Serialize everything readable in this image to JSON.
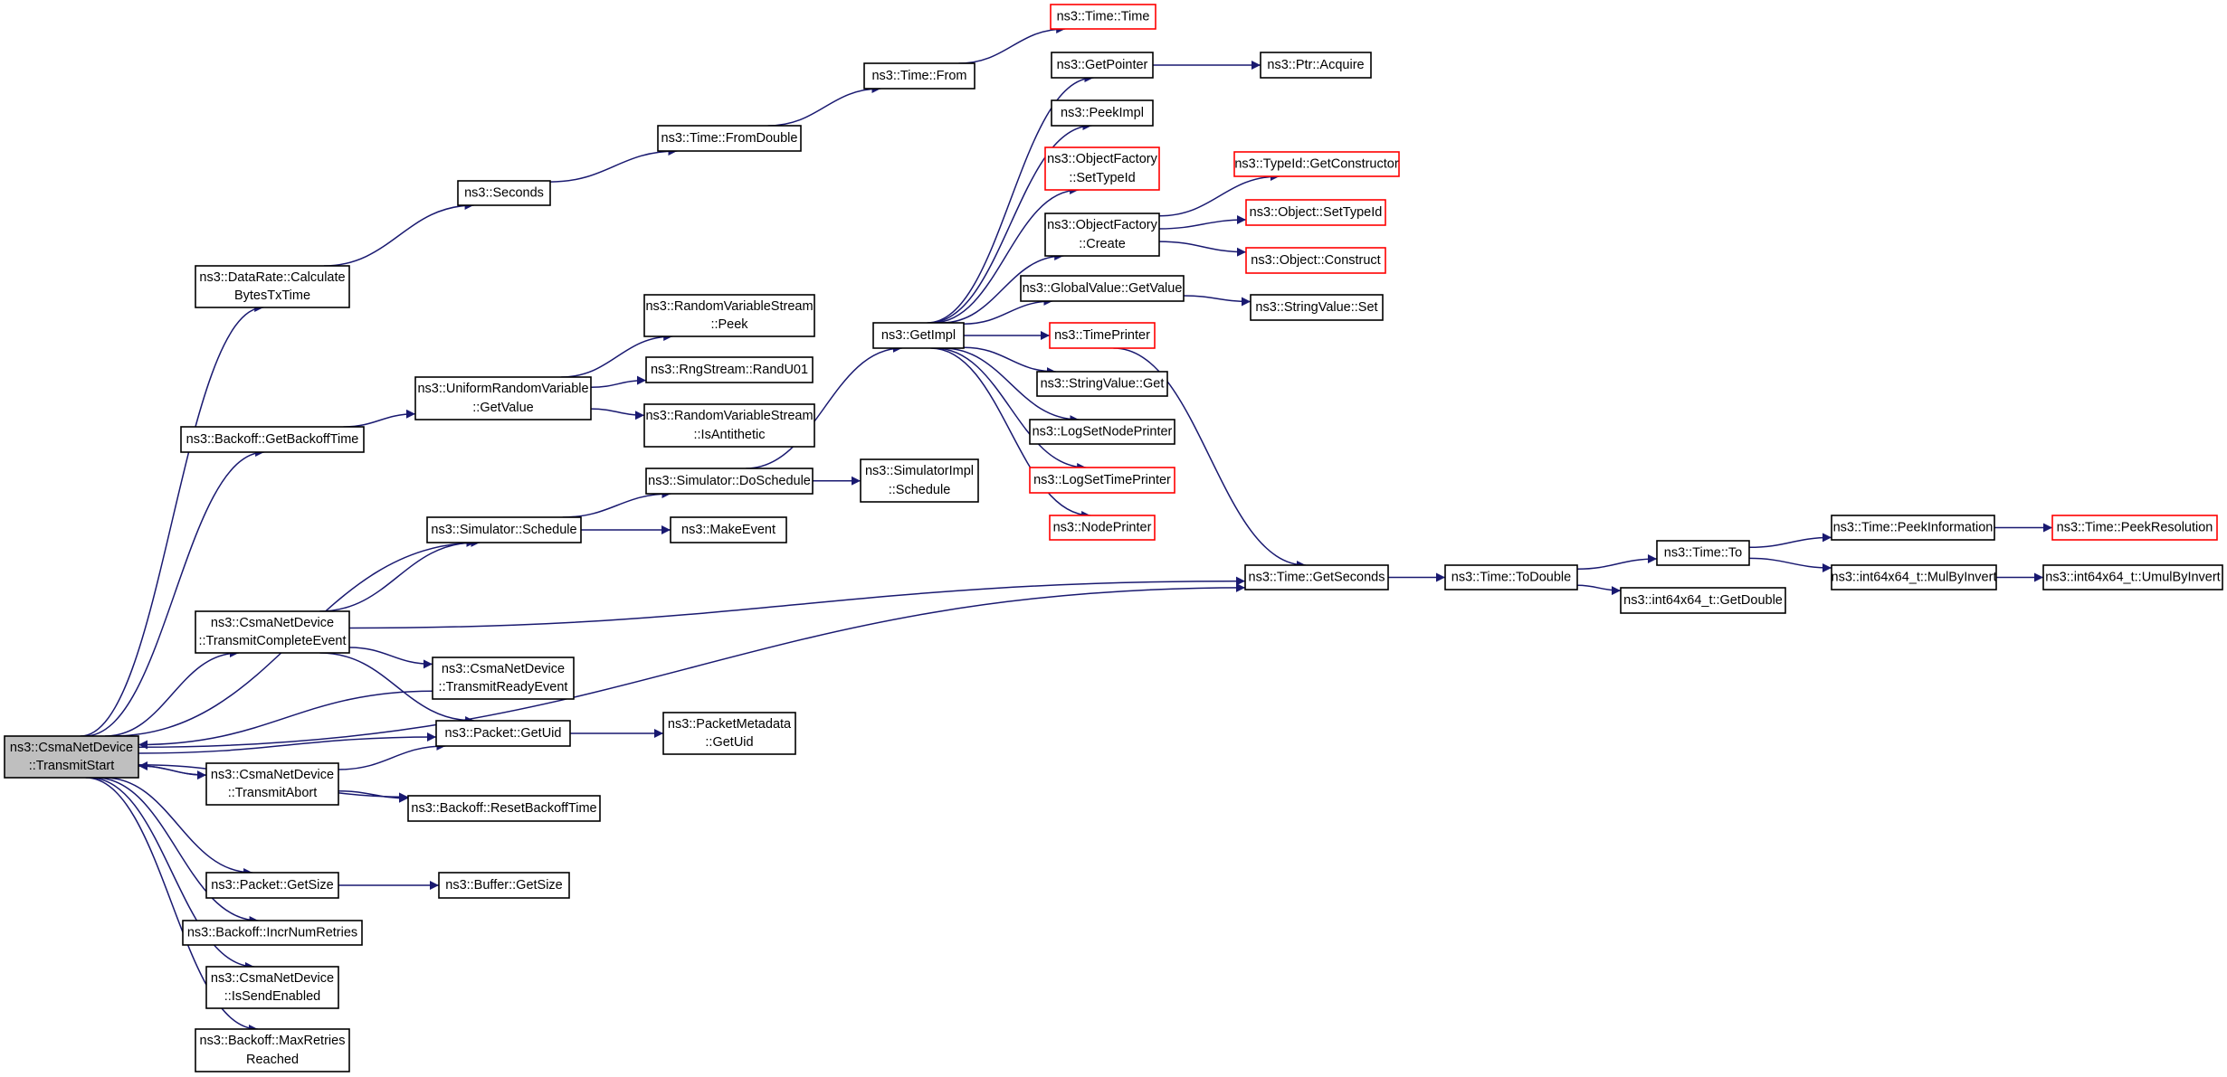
{
  "nodes": {
    "root": [
      "ns3::CsmaNetDevice",
      "::TransmitStart"
    ],
    "datarate_calc": [
      "ns3::DataRate::Calculate",
      "BytesTxTime"
    ],
    "seconds": [
      "ns3::Seconds"
    ],
    "time_fromdouble": [
      "ns3::Time::FromDouble"
    ],
    "time_from": [
      "ns3::Time::From"
    ],
    "time_time": [
      "ns3::Time::Time"
    ],
    "getpointer": [
      "ns3::GetPointer"
    ],
    "ptr_acquire": [
      "ns3::Ptr::Acquire"
    ],
    "peekimpl": [
      "ns3::PeekImpl"
    ],
    "objfactory_settypeid": [
      "ns3::ObjectFactory",
      "::SetTypeId"
    ],
    "objfactory_create": [
      "ns3::ObjectFactory",
      "::Create"
    ],
    "typeid_getconstructor": [
      "ns3::TypeId::GetConstructor"
    ],
    "object_settypeid": [
      "ns3::Object::SetTypeId"
    ],
    "object_construct": [
      "ns3::Object::Construct"
    ],
    "globalvalue_getvalue": [
      "ns3::GlobalValue::GetValue"
    ],
    "stringvalue_set": [
      "ns3::StringValue::Set"
    ],
    "getimpl": [
      "ns3::GetImpl"
    ],
    "timeprinter": [
      "ns3::TimePrinter"
    ],
    "stringvalue_get": [
      "ns3::StringValue::Get"
    ],
    "logsetnodeprinter": [
      "ns3::LogSetNodePrinter"
    ],
    "logsettimeprinter": [
      "ns3::LogSetTimePrinter"
    ],
    "nodeprinter": [
      "ns3::NodePrinter"
    ],
    "rvs_peek": [
      "ns3::RandomVariableStream",
      "::Peek"
    ],
    "rngstream_randu01": [
      "ns3::RngStream::RandU01"
    ],
    "rvs_isantithetic": [
      "ns3::RandomVariableStream",
      "::IsAntithetic"
    ],
    "urv_getvalue": [
      "ns3::UniformRandomVariable",
      "::GetValue"
    ],
    "backoff_getbackofftime": [
      "ns3::Backoff::GetBackoffTime"
    ],
    "simulator_doschedule": [
      "ns3::Simulator::DoSchedule"
    ],
    "simimpl_schedule": [
      "ns3::SimulatorImpl",
      "::Schedule"
    ],
    "simulator_schedule": [
      "ns3::Simulator::Schedule"
    ],
    "makeevent": [
      "ns3::MakeEvent"
    ],
    "time_getseconds": [
      "ns3::Time::GetSeconds"
    ],
    "time_todouble": [
      "ns3::Time::ToDouble"
    ],
    "time_to": [
      "ns3::Time::To"
    ],
    "int64_getdouble": [
      "ns3::int64x64_t::GetDouble"
    ],
    "time_peekinformation": [
      "ns3::Time::PeekInformation"
    ],
    "time_peekresolution": [
      "ns3::Time::PeekResolution"
    ],
    "int64_mulbyinvert": [
      "ns3::int64x64_t::MulByInvert"
    ],
    "int64_umulbyinvert": [
      "ns3::int64x64_t::UmulByInvert"
    ],
    "csma_transmitcomplete": [
      "ns3::CsmaNetDevice",
      "::TransmitCompleteEvent"
    ],
    "csma_transmitready": [
      "ns3::CsmaNetDevice",
      "::TransmitReadyEvent"
    ],
    "packet_getuid": [
      "ns3::Packet::GetUid"
    ],
    "pktmeta_getuid": [
      "ns3::PacketMetadata",
      "::GetUid"
    ],
    "csma_transmitabort": [
      "ns3::CsmaNetDevice",
      "::TransmitAbort"
    ],
    "backoff_resetbackofftime": [
      "ns3::Backoff::ResetBackoffTime"
    ],
    "packet_getsize": [
      "ns3::Packet::GetSize"
    ],
    "buffer_getsize": [
      "ns3::Buffer::GetSize"
    ],
    "backoff_incrnumretries": [
      "ns3::Backoff::IncrNumRetries"
    ],
    "csma_issendenabled": [
      "ns3::CsmaNetDevice",
      "::IsSendEnabled"
    ],
    "backoff_maxretries": [
      "ns3::Backoff::MaxRetries",
      "Reached"
    ]
  },
  "edges": [
    [
      "root",
      "datarate_calc"
    ],
    [
      "datarate_calc",
      "seconds"
    ],
    [
      "seconds",
      "time_fromdouble"
    ],
    [
      "time_fromdouble",
      "time_from"
    ],
    [
      "time_from",
      "time_time"
    ],
    [
      "getimpl",
      "getpointer"
    ],
    [
      "getpointer",
      "ptr_acquire"
    ],
    [
      "getimpl",
      "peekimpl"
    ],
    [
      "getimpl",
      "objfactory_settypeid"
    ],
    [
      "getimpl",
      "objfactory_create"
    ],
    [
      "objfactory_create",
      "typeid_getconstructor"
    ],
    [
      "objfactory_create",
      "object_settypeid"
    ],
    [
      "objfactory_create",
      "object_construct"
    ],
    [
      "getimpl",
      "globalvalue_getvalue"
    ],
    [
      "globalvalue_getvalue",
      "stringvalue_set"
    ],
    [
      "getimpl",
      "timeprinter"
    ],
    [
      "getimpl",
      "stringvalue_get"
    ],
    [
      "getimpl",
      "logsetnodeprinter"
    ],
    [
      "getimpl",
      "logsettimeprinter"
    ],
    [
      "getimpl",
      "nodeprinter"
    ],
    [
      "timeprinter",
      "time_getseconds"
    ],
    [
      "root",
      "backoff_getbackofftime"
    ],
    [
      "backoff_getbackofftime",
      "urv_getvalue"
    ],
    [
      "urv_getvalue",
      "rvs_peek"
    ],
    [
      "urv_getvalue",
      "rngstream_randu01"
    ],
    [
      "urv_getvalue",
      "rvs_isantithetic"
    ],
    [
      "root",
      "simulator_schedule"
    ],
    [
      "simulator_schedule",
      "simulator_doschedule"
    ],
    [
      "simulator_schedule",
      "makeevent"
    ],
    [
      "simulator_doschedule",
      "getimpl"
    ],
    [
      "simulator_doschedule",
      "simimpl_schedule"
    ],
    [
      "root",
      "time_getseconds"
    ],
    [
      "time_getseconds",
      "time_todouble"
    ],
    [
      "time_todouble",
      "time_to"
    ],
    [
      "time_todouble",
      "int64_getdouble"
    ],
    [
      "time_to",
      "time_peekinformation"
    ],
    [
      "time_peekinformation",
      "time_peekresolution"
    ],
    [
      "time_to",
      "int64_mulbyinvert"
    ],
    [
      "int64_mulbyinvert",
      "int64_umulbyinvert"
    ],
    [
      "root",
      "csma_transmitcomplete"
    ],
    [
      "csma_transmitcomplete",
      "simulator_schedule"
    ],
    [
      "csma_transmitcomplete",
      "time_getseconds"
    ],
    [
      "csma_transmitcomplete",
      "csma_transmitready"
    ],
    [
      "csma_transmitcomplete",
      "packet_getuid"
    ],
    [
      "csma_transmitready",
      "root"
    ],
    [
      "root",
      "packet_getuid"
    ],
    [
      "packet_getuid",
      "pktmeta_getuid"
    ],
    [
      "root",
      "csma_transmitabort"
    ],
    [
      "csma_transmitabort",
      "root"
    ],
    [
      "csma_transmitabort",
      "packet_getuid"
    ],
    [
      "csma_transmitabort",
      "backoff_resetbackofftime"
    ],
    [
      "root",
      "backoff_resetbackofftime"
    ],
    [
      "root",
      "packet_getsize"
    ],
    [
      "packet_getsize",
      "buffer_getsize"
    ],
    [
      "root",
      "backoff_incrnumretries"
    ],
    [
      "root",
      "csma_issendenabled"
    ],
    [
      "root",
      "backoff_maxretries"
    ]
  ],
  "colors": {
    "edge": "#191970",
    "node_border": "#000000",
    "node_border_undocumented": "#ff0000",
    "root_fill": "#bfbfbf"
  }
}
